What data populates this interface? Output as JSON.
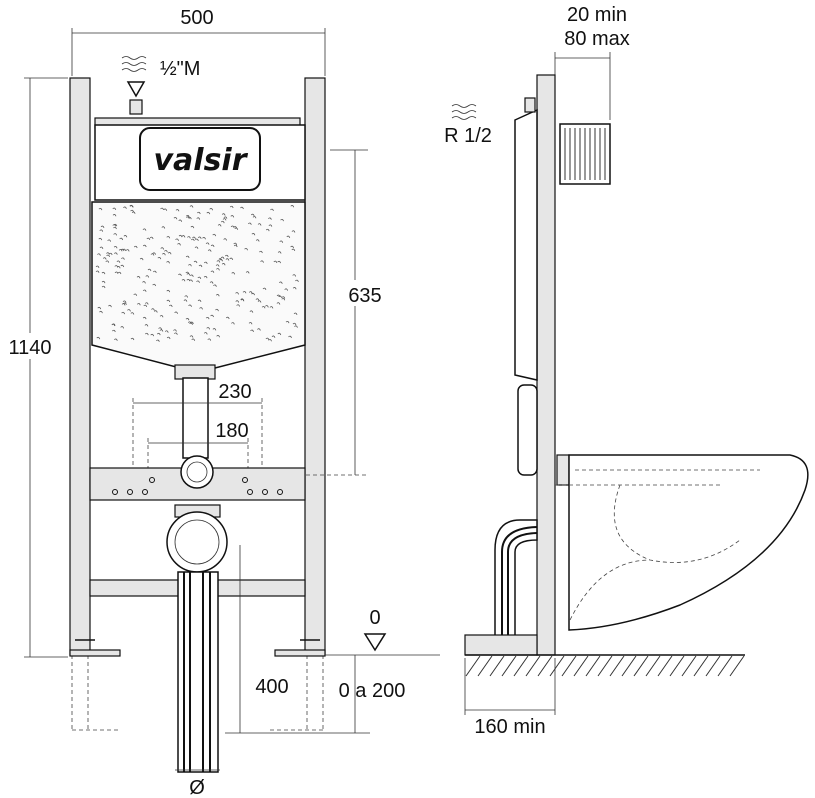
{
  "front_view": {
    "width_dim": "500",
    "height_dim": "1140",
    "cistern_dim": "635",
    "spacing_outer": "230",
    "spacing_inner": "180",
    "drain_height": "400",
    "floor_adjust": "0 a 200",
    "floor_zero": "0",
    "water_inlet": "½\"M",
    "drain_symbol": "Ø",
    "brand_logo": "valsir"
  },
  "side_view": {
    "wall_depth_min": "20 min",
    "wall_depth_max": "80 max",
    "water_inlet": "R 1/2",
    "depth_min": "160 min"
  }
}
